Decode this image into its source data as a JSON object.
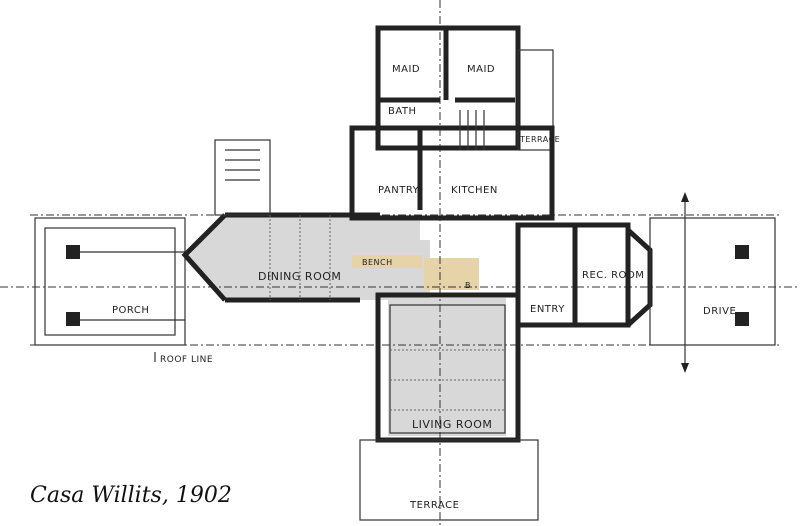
{
  "caption": "Casa Willits, 1902",
  "rooms": {
    "maid_1": "MAID",
    "maid_2": "MAID",
    "bath": "BATH",
    "terrace_upper": "TERRACE",
    "pantry": "PANTRY",
    "kitchen": "KITCHEN",
    "dining_room": "DINING ROOM",
    "bench": "BENCH",
    "b": "B",
    "rec_room": "REC. ROOM",
    "entry": "ENTRY",
    "drive": "DRIVE",
    "porch": "PORCH",
    "roof_line": "ROOF LINE",
    "living_room": "LIVING ROOM",
    "terrace_lower": "TERRACE"
  },
  "colors": {
    "shaded": "#d8d8d8",
    "highlight": "#e6d3a8",
    "wall": "#222222"
  }
}
